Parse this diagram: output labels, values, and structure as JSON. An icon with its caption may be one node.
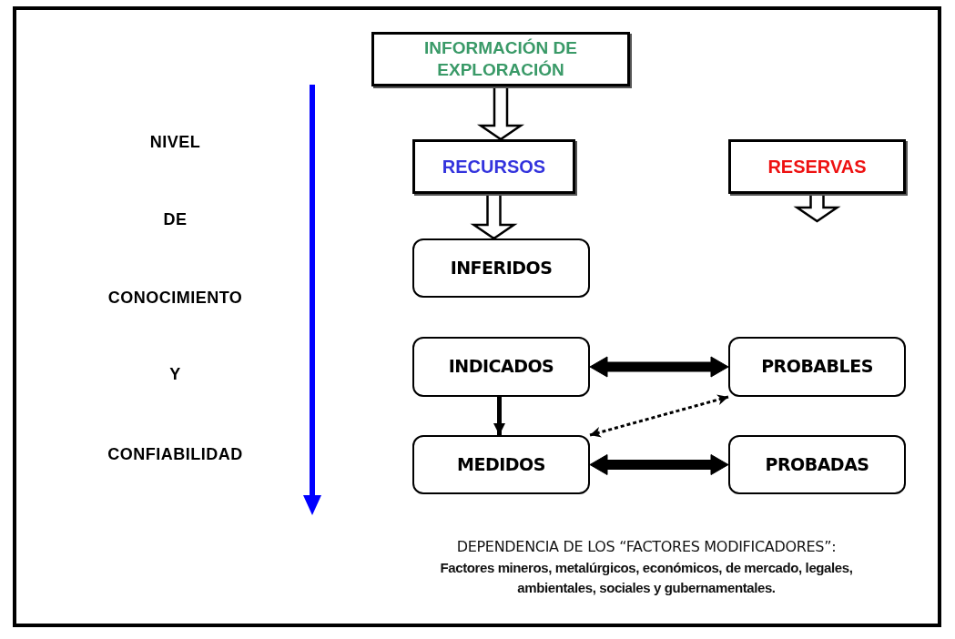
{
  "diagram": {
    "nodes": [
      {
        "text": [
          "INFORMACIÓN DE EXPLORACIÓN"
        ]
      },
      {
        "text": [
          "RECURSOS"
        ]
      },
      {
        "text": [
          "RESERVAS"
        ]
      },
      {
        "text": [
          "INFERIDOS"
        ]
      },
      {
        "text": [
          "INDICADOS"
        ]
      },
      {
        "text": [
          "PROBABLES"
        ]
      },
      {
        "text": [
          "MEDIDOS"
        ]
      },
      {
        "text": [
          "PROBADAS"
        ]
      }
    ],
    "edges": [
      {
        "from": 0,
        "to": 1,
        "arrow": "to",
        "style": "thick"
      },
      {
        "from": 1,
        "to": 3,
        "arrow": "to",
        "style": "thick"
      },
      {
        "from": 2,
        "to": null,
        "arrow": "to",
        "style": "thick"
      },
      {
        "from": 4,
        "to": 5,
        "arrow": "both",
        "style": "thick"
      },
      {
        "from": 4,
        "to": 6,
        "arrow": "to"
      },
      {
        "from": 6,
        "to": 5,
        "arrow": "both",
        "style": "dashed"
      },
      {
        "from": 6,
        "to": 7,
        "arrow": "both",
        "style": "thick"
      }
    ],
    "labels": [
      "NIVEL",
      "DE",
      "CONOCIMIENTO",
      "Y",
      "CONFIABILIDAD",
      "DEPENDENCIA DE LOS “FACTORES MODIFICADORES”:",
      "Factores mineros, metalúrgicos, económicos, de mercado, legales, ambientales, sociales y gubernamentales."
    ]
  }
}
